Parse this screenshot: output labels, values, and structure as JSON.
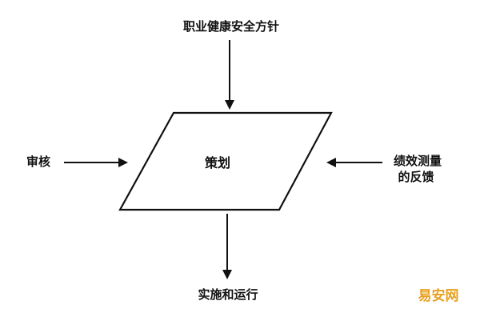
{
  "nodes": {
    "center": "策划",
    "top": "职业健康安全方针",
    "left": "审核",
    "right_line1": "绩效测量",
    "right_line2": "的反馈",
    "bottom": "实施和运行"
  },
  "watermark": {
    "text": "易安网",
    "color": "#e8a020"
  },
  "colors": {
    "line": "#111111",
    "background": "#ffffff"
  }
}
